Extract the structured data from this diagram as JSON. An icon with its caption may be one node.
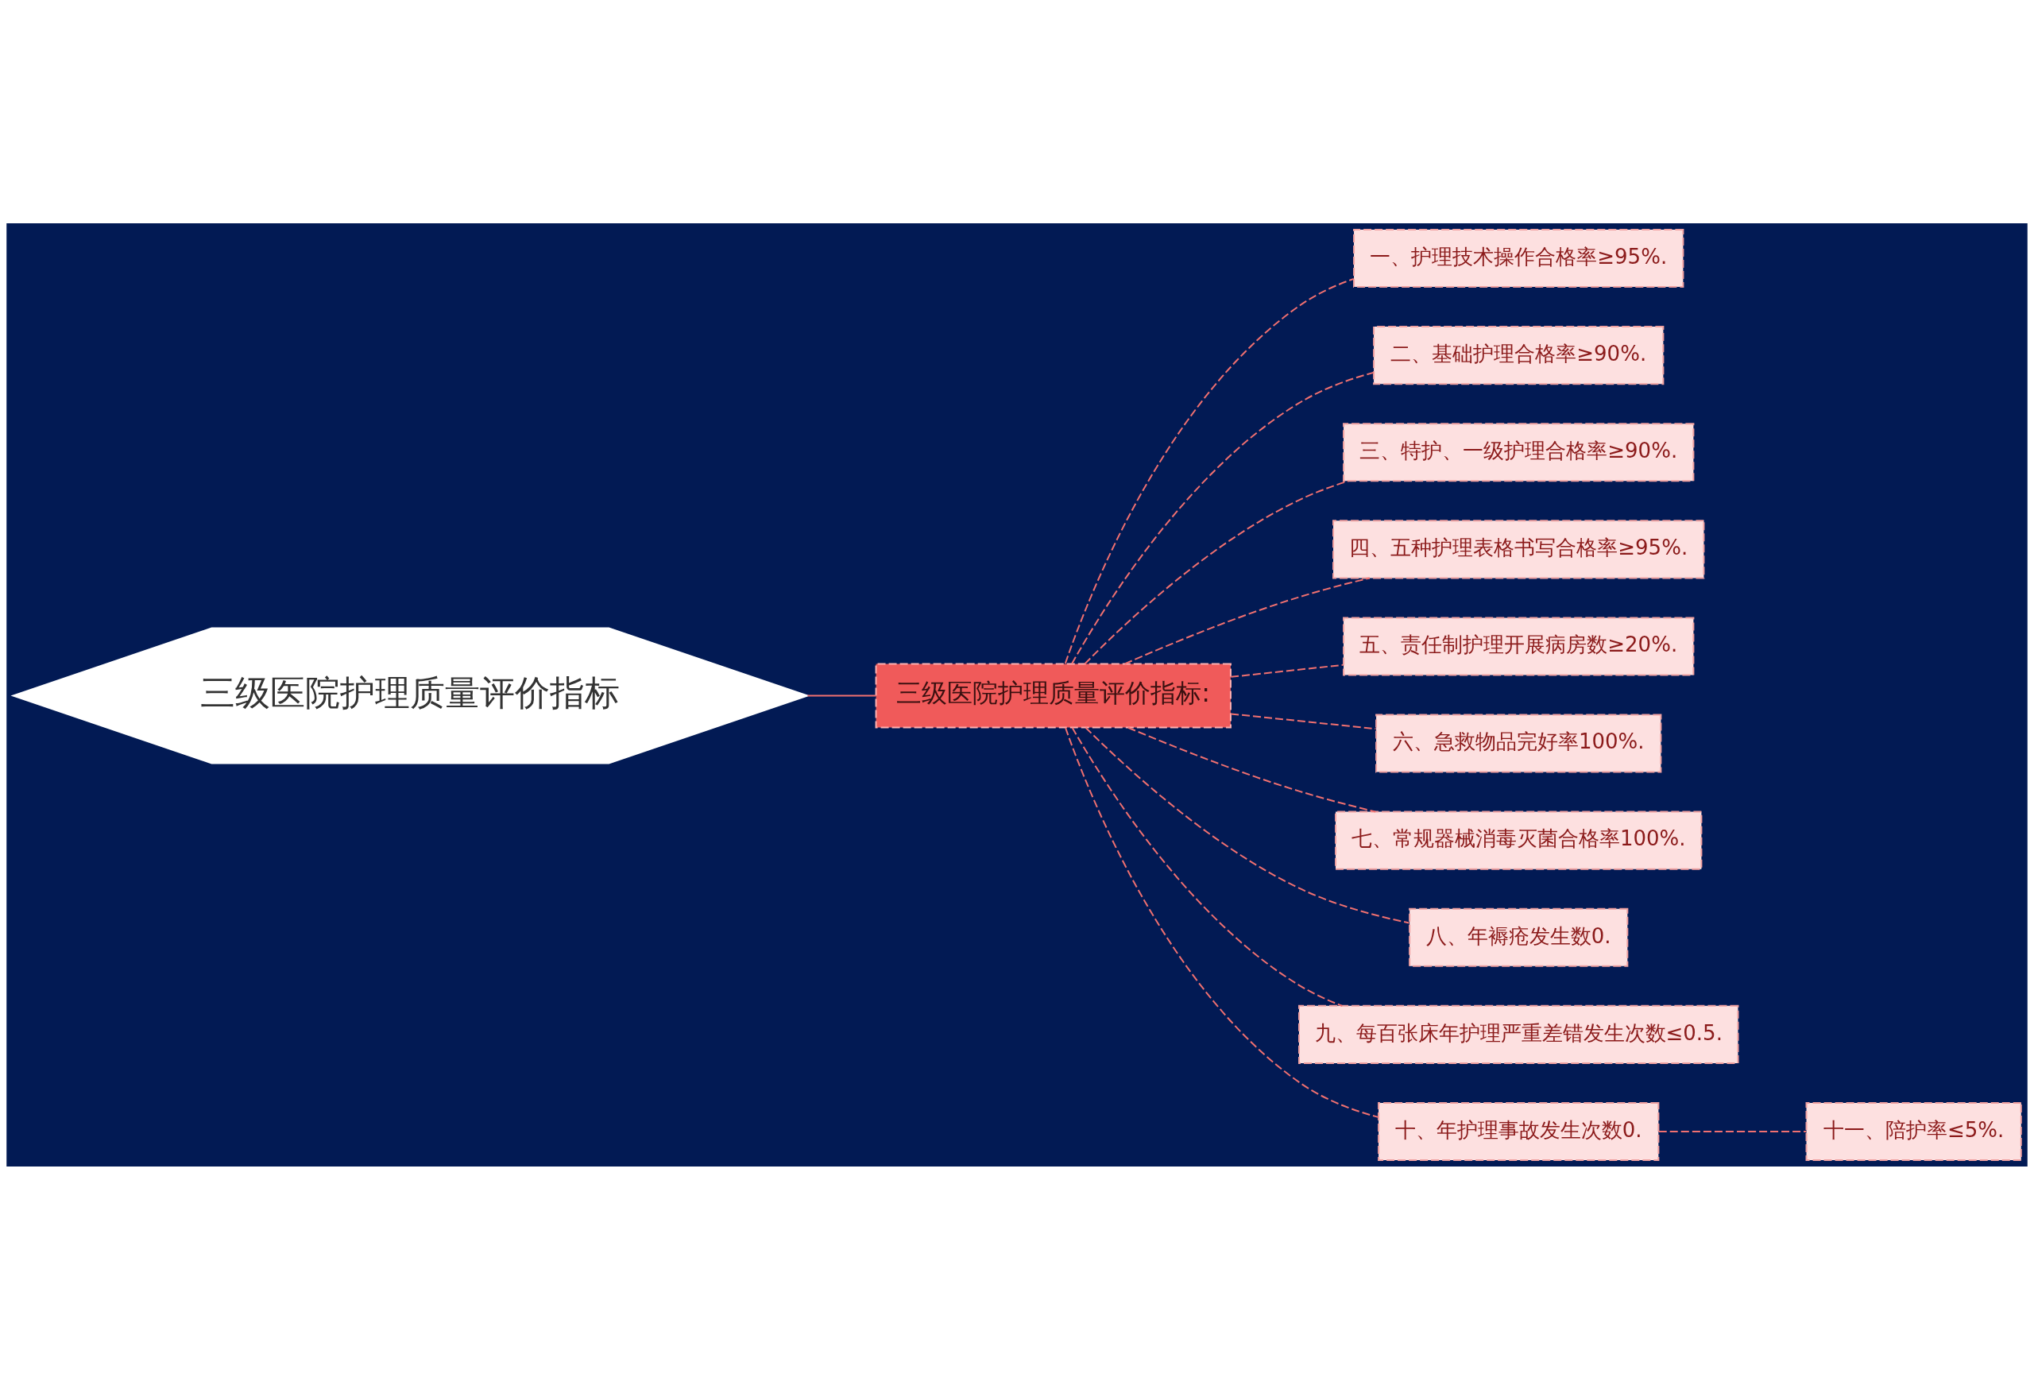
{
  "diagram": {
    "nodes": [
      {
        "text": [
          "三级医院护理质量评价指标"
        ]
      },
      {
        "text": [
          "三级医院护理质量评价指标:"
        ]
      },
      {
        "text": [
          "一、护理技术操作合格率≥95%."
        ]
      },
      {
        "text": [
          "二、基础护理合格率≥90%."
        ]
      },
      {
        "text": [
          "三、特护、一级护理合格率≥90%."
        ]
      },
      {
        "text": [
          "四、五种护理表格书写合格率≥95%."
        ]
      },
      {
        "text": [
          "五、责任制护理开展病房数≥20%."
        ]
      },
      {
        "text": [
          "六、急救物品完好率100%."
        ]
      },
      {
        "text": [
          "七、常规器械消毒灭菌合格率100%."
        ]
      },
      {
        "text": [
          "八、年褥疮发生数0."
        ]
      },
      {
        "text": [
          "九、每百张床年护理严重差错发生次数≤0.5."
        ]
      },
      {
        "text": [
          "十、年护理事故发生次数0."
        ]
      },
      {
        "text": [
          "十一、陪护率≤5%."
        ]
      }
    ],
    "edges": [
      {
        "from": 0,
        "to": 1,
        "arrow": "none"
      },
      {
        "from": 1,
        "to": 2,
        "arrow": "none",
        "style": "dashed"
      },
      {
        "from": 1,
        "to": 3,
        "arrow": "none",
        "style": "dashed"
      },
      {
        "from": 1,
        "to": 4,
        "arrow": "none",
        "style": "dashed"
      },
      {
        "from": 1,
        "to": 5,
        "arrow": "none",
        "style": "dashed"
      },
      {
        "from": 1,
        "to": 6,
        "arrow": "none",
        "style": "dashed"
      },
      {
        "from": 1,
        "to": 7,
        "arrow": "none",
        "style": "dashed"
      },
      {
        "from": 1,
        "to": 8,
        "arrow": "none",
        "style": "dashed"
      },
      {
        "from": 1,
        "to": 9,
        "arrow": "none",
        "style": "dashed"
      },
      {
        "from": 1,
        "to": 10,
        "arrow": "none",
        "style": "dashed"
      },
      {
        "from": 1,
        "to": 11,
        "arrow": "none",
        "style": "dashed"
      },
      {
        "from": 11,
        "to": 12,
        "arrow": "none",
        "style": "dashed"
      }
    ]
  }
}
